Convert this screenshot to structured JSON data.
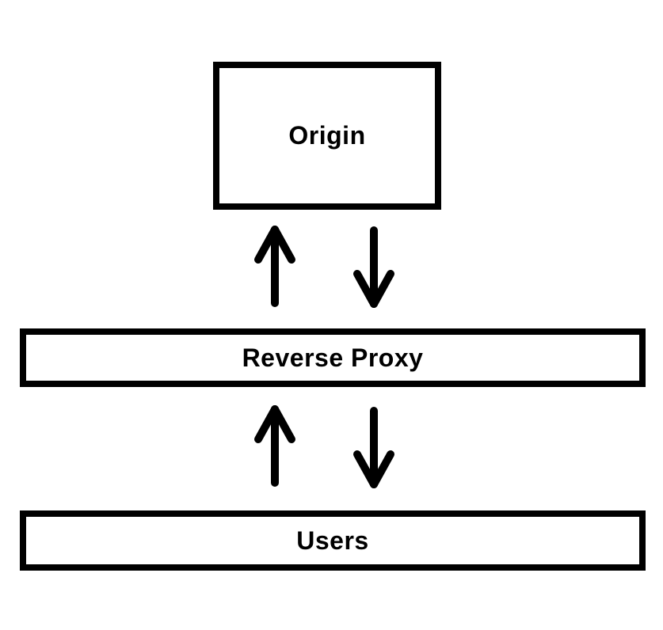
{
  "diagram": {
    "background_color": "#ffffff",
    "stroke_color": "#000000",
    "nodes": [
      {
        "id": "origin",
        "label": "Origin"
      },
      {
        "id": "reverse-proxy",
        "label": "Reverse Proxy"
      },
      {
        "id": "users",
        "label": "Users"
      }
    ],
    "edges": [
      {
        "from": "reverse-proxy",
        "to": "origin",
        "direction": "up"
      },
      {
        "from": "origin",
        "to": "reverse-proxy",
        "direction": "down"
      },
      {
        "from": "users",
        "to": "reverse-proxy",
        "direction": "up"
      },
      {
        "from": "reverse-proxy",
        "to": "users",
        "direction": "down"
      }
    ]
  }
}
